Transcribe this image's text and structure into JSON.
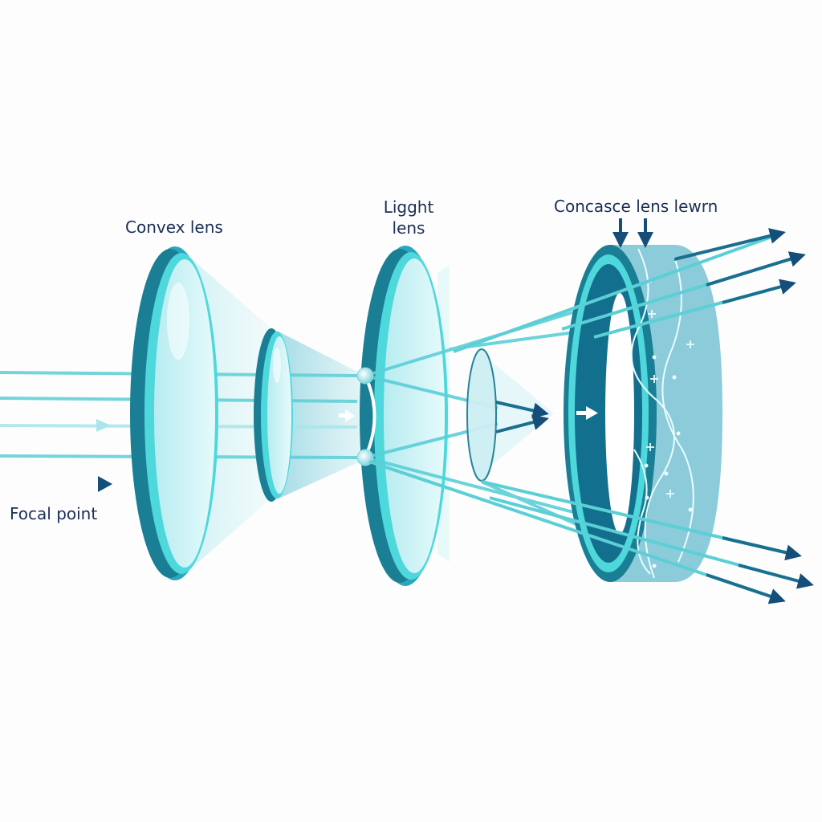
{
  "diagram": {
    "title": "Light passing through lenses",
    "labels": {
      "convex_lens": "Convex lens",
      "light_lens_line1": "Ligght",
      "light_lens_line2": "lens",
      "concave_lens": "Concasce lens lewrn",
      "focal_point": "Focal point"
    },
    "components": [
      {
        "id": "convex-lens",
        "kind": "convex lens"
      },
      {
        "id": "small-lens",
        "kind": "small lens"
      },
      {
        "id": "light-lens",
        "kind": "light lens"
      },
      {
        "id": "tiny-lens",
        "kind": "small lens"
      },
      {
        "id": "concave-lens",
        "kind": "concave lens ring"
      }
    ],
    "colors": {
      "label_text": "#1b2f55",
      "lens_rim_dark": "#1a7f95",
      "lens_rim_light": "#4fd8dc",
      "lens_glass": "#c9f0f3",
      "ray": "#5ccfd6",
      "arrow_dark": "#154e78",
      "ring_band": "#86c9d8",
      "ring_inner": "#136f8e"
    }
  }
}
